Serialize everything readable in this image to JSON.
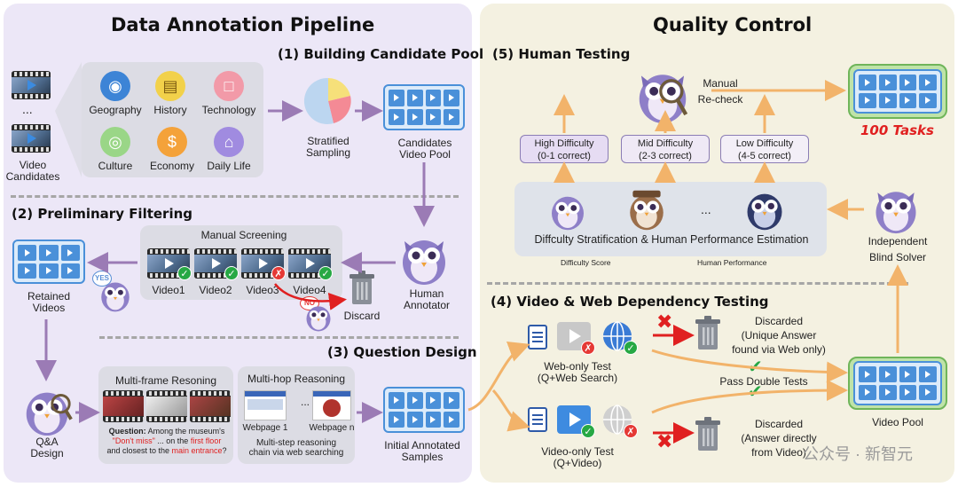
{
  "left": {
    "title": "Data Annotation Pipeline",
    "s1": {
      "title": "(1) Building Candidate Pool",
      "video_dots": "...",
      "video_candidates": [
        "Video",
        "Candidates"
      ],
      "categories": [
        "Geography",
        "History",
        "Technology",
        "Culture",
        "Economy",
        "Daily Life"
      ],
      "stratified": [
        "Stratified",
        "Sampling"
      ],
      "pool": [
        "Candidates",
        "Video Pool"
      ]
    },
    "s2": {
      "title": "(2) Preliminary Filtering",
      "manual_screening": "Manual Screening",
      "videos": [
        "Video1",
        "Video2",
        "Video3",
        "Video4"
      ],
      "retained": [
        "Retained",
        "Videos"
      ],
      "discard": "Discard",
      "human_annotator": [
        "Human",
        "Annotator"
      ],
      "yes": "YES",
      "no": "NO"
    },
    "s3": {
      "title": "(3) Question Design",
      "qa_design": [
        "Q&A",
        "Design"
      ],
      "multiframe": "Multi-frame Resoning",
      "question_label": "Question:",
      "q_part1": " Among the museum's",
      "q_red1": "\"Don't miss\"",
      "q_part2": " ... on the ",
      "q_red2": "first floor",
      "q_part3": "and closest to the ",
      "q_red3": "main entrance",
      "q_end": "?",
      "multihop": "Multi-hop Reasoning",
      "webpage1": "Webpage 1",
      "hop_dots": "...",
      "webpagen": "Webpage n",
      "hop_desc": [
        "Multi-step reasoning",
        "chain via web searching"
      ],
      "initial": [
        "Initial Annotated",
        "Samples"
      ]
    }
  },
  "right": {
    "title": "Quality Control",
    "s5": {
      "title": "(5) Human Testing",
      "manual_recheck": [
        "Manual",
        "Re-check"
      ],
      "tasks": "100 Tasks",
      "high": [
        "High Difficulty",
        "(0-1 correct)"
      ],
      "mid": [
        "Mid Difficulty",
        "(2-3 correct)"
      ],
      "low": [
        "Low Difficulty",
        "(4-5 correct)"
      ],
      "dots": "...",
      "stratification": "Diffculty Stratification & Human Performance Estimation",
      "difficulty_score": "Difficulty Score",
      "human_performance": "Human Performance",
      "independent": [
        "Independent",
        "Blind Solver"
      ]
    },
    "s4": {
      "title": "(4) Video & Web Dependency Testing",
      "web_only": [
        "Web-only Test",
        "(Q+Web Search)"
      ],
      "video_only": [
        "Video-only Test",
        "(Q+Video)"
      ],
      "discarded1": [
        "Discarded",
        "(Unique Answer",
        "found via Web only)"
      ],
      "pass": "Pass Double Tests",
      "discarded2": [
        "Discarded",
        "(Answer directly",
        "from Video)"
      ],
      "video_pool": "Video Pool"
    },
    "watermark": "公众号 · 新智元"
  },
  "colors": {
    "left_bg": "#ece7f7",
    "right_bg": "#f4f1e1",
    "arrow_left": "#9b7bb5",
    "arrow_right": "#f2b36a",
    "red_text": "#e02020"
  }
}
